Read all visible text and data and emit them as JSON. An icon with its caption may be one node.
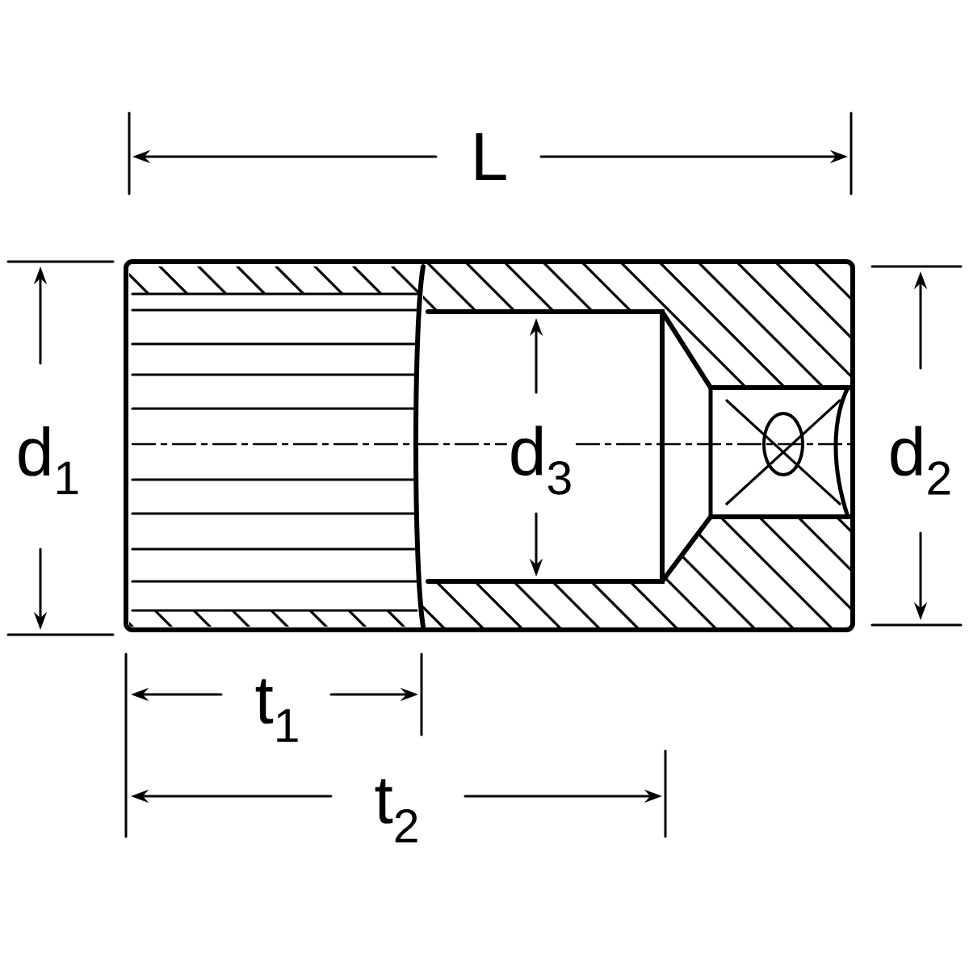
{
  "diagram": {
    "labels": [
      "L",
      "d$_{1}$",
      "d$_{3}$",
      "d$_{2}$",
      "t$_{1}$",
      "t$_{2}$"
    ]
  }
}
